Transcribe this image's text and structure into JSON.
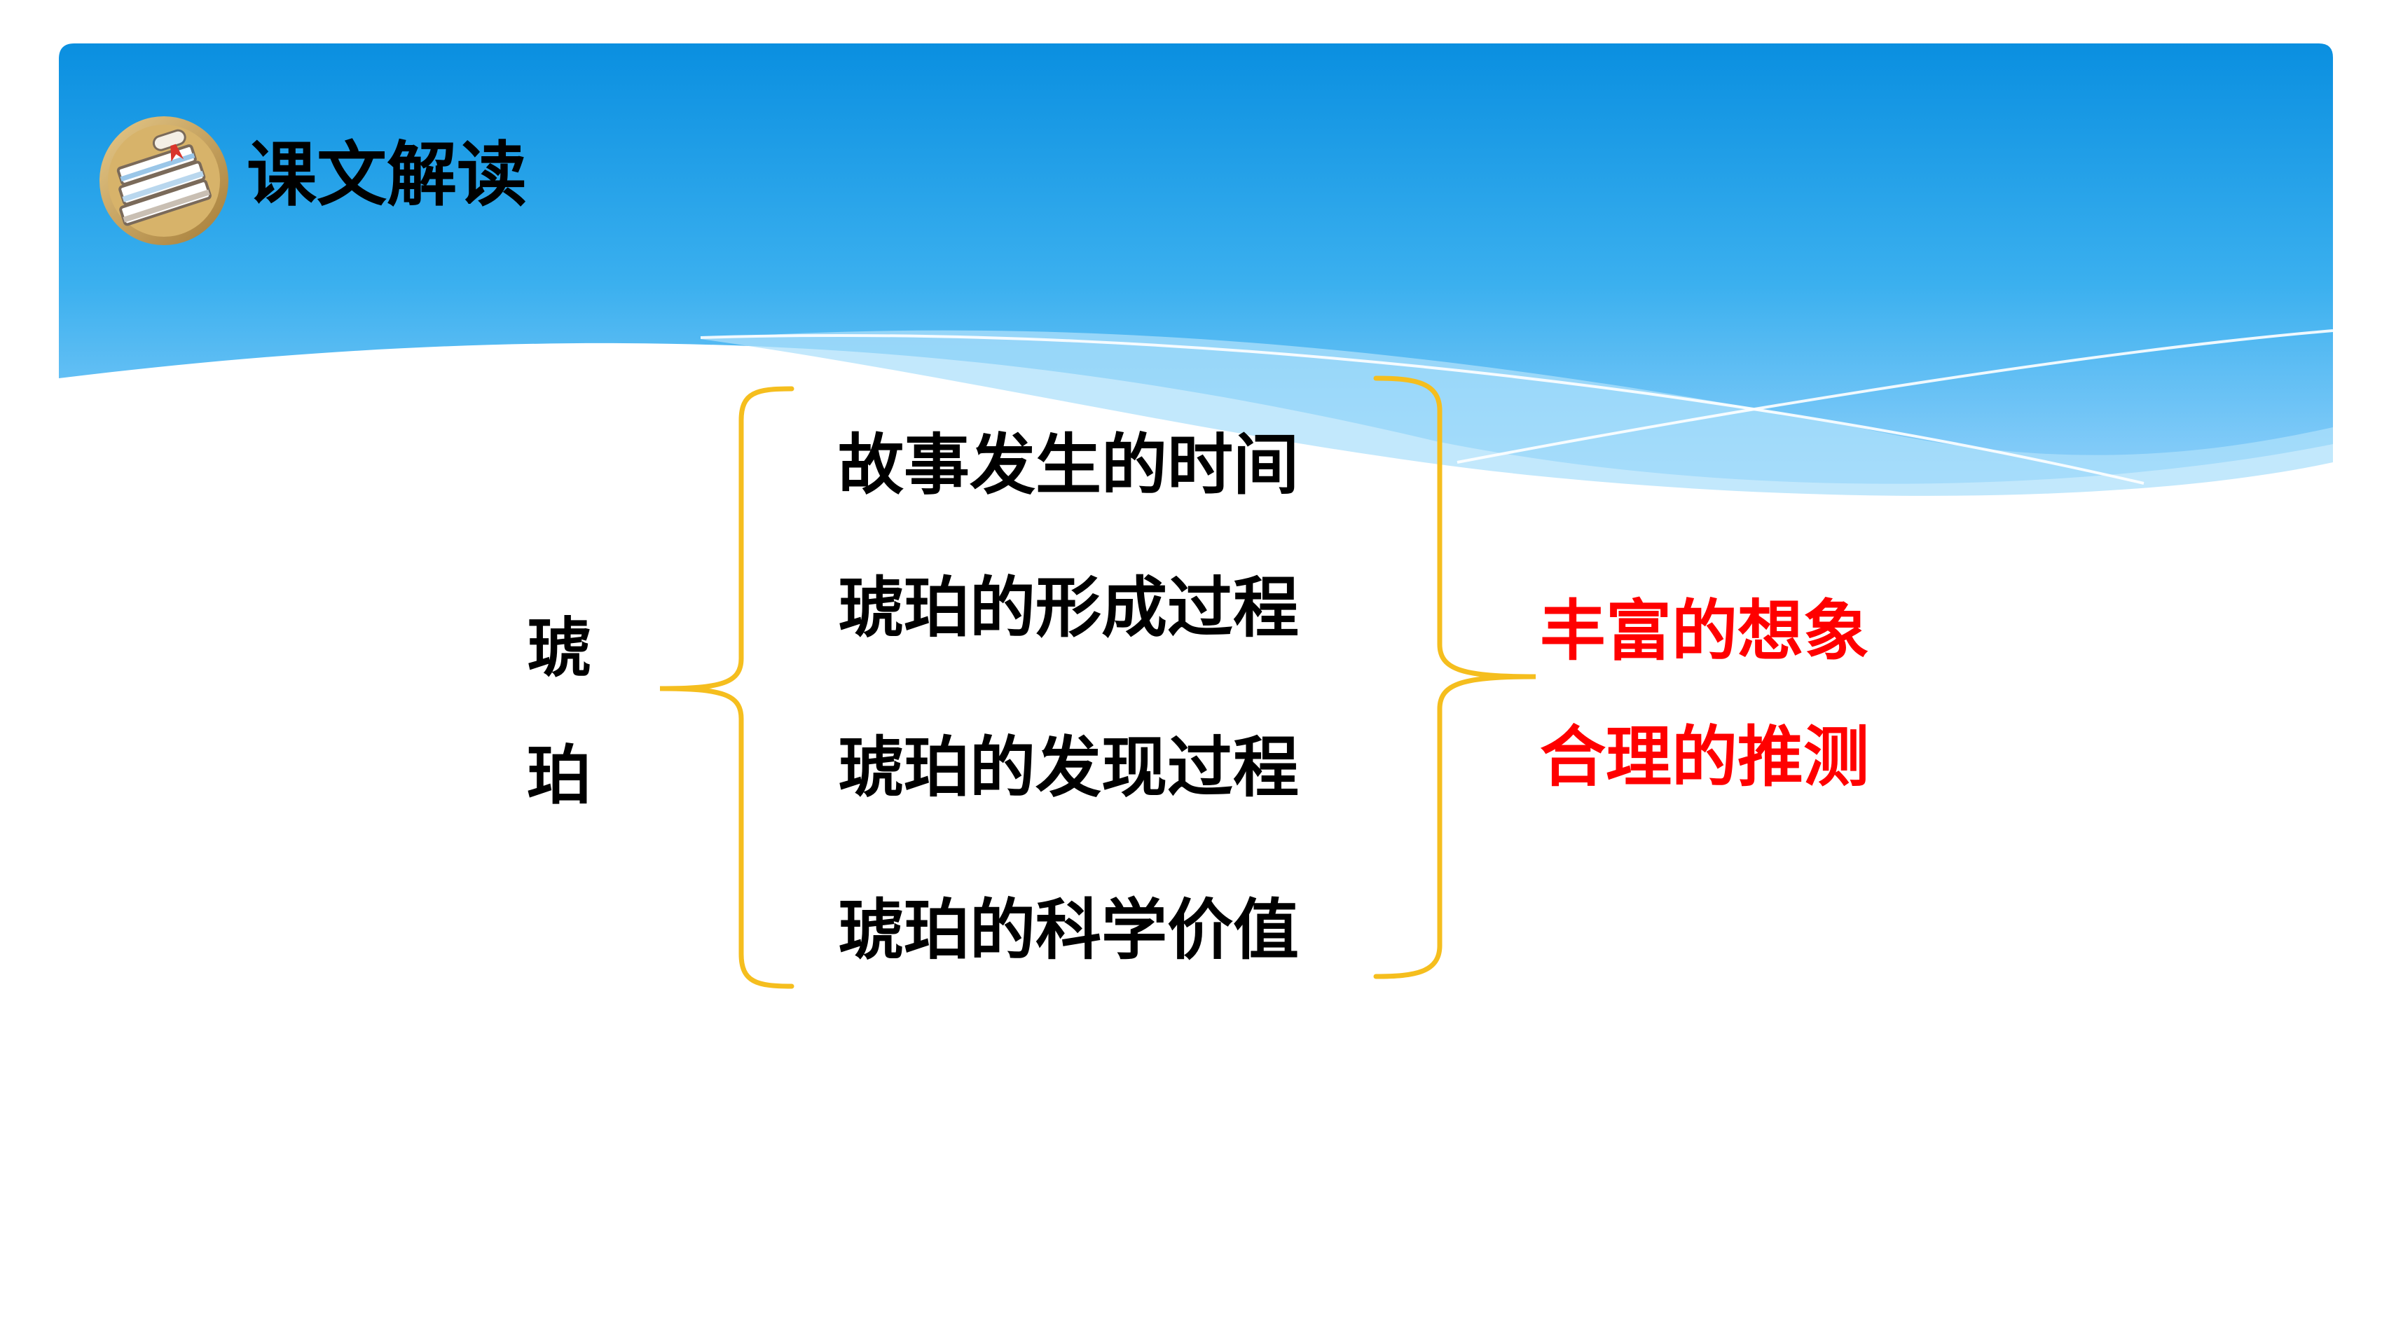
{
  "header": {
    "title": "课文解读",
    "icon": "books-icon"
  },
  "diagram": {
    "subject_chars": [
      "琥",
      "珀"
    ],
    "aspects": [
      "故事发生的时间",
      "琥珀的形成过程",
      "琥珀的发现过程",
      "琥珀的科学价值"
    ],
    "features": [
      "丰富的想象",
      "合理的推测"
    ]
  },
  "colors": {
    "header_blue_top": "#0a8fe0",
    "header_blue_bottom": "#8fd0fa",
    "brace": "#f5be1e",
    "feature_text": "#ff0000",
    "body_text": "#000000"
  }
}
